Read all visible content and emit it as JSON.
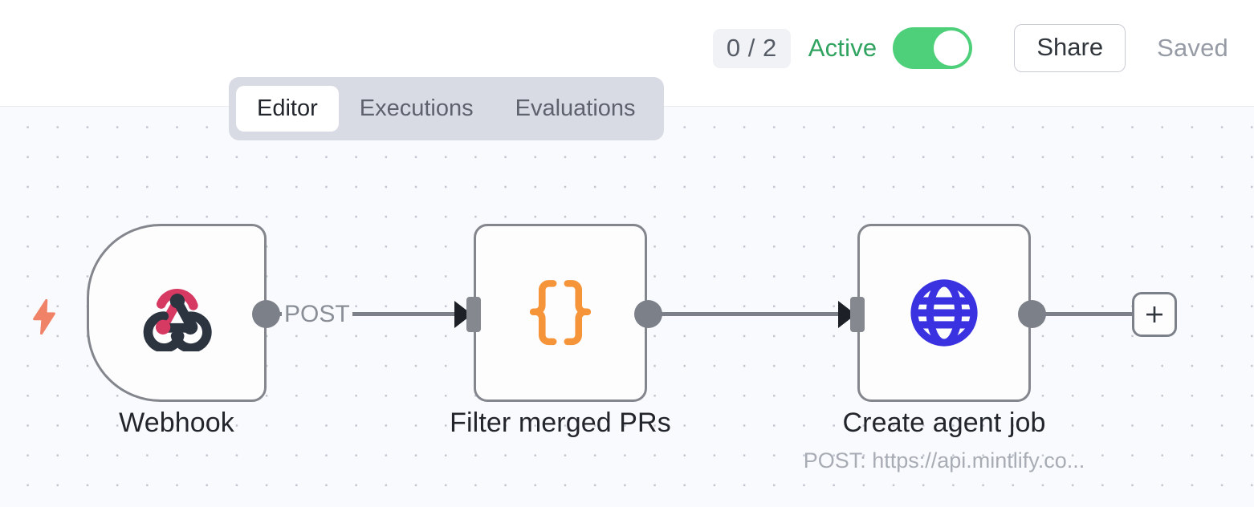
{
  "header": {
    "run_count_badge": "0 / 2",
    "active_label": "Active",
    "toggle_state": "on",
    "share_label": "Share",
    "saved_label": "Saved",
    "active_color": "#2fa35f",
    "toggle_color": "#4ed07b"
  },
  "tabs": [
    {
      "label": "Editor",
      "active": true
    },
    {
      "label": "Executions",
      "active": false
    },
    {
      "label": "Evaluations",
      "active": false
    }
  ],
  "canvas": {
    "background": "#f9fafd",
    "dot_color": "#c2c6d0",
    "trigger_icon": "lightning-bolt-icon",
    "trigger_icon_color": "#f08268",
    "add_button_label": "+",
    "edges": [
      {
        "label": "POST",
        "from": "webhook",
        "to": "filter-merged-prs"
      },
      {
        "label": "",
        "from": "filter-merged-prs",
        "to": "create-agent-job"
      }
    ],
    "nodes": [
      {
        "id": "webhook",
        "label": "Webhook",
        "sublabel": "",
        "icon": "webhook-icon",
        "icon_colors": [
          "#d63a62",
          "#2c3440"
        ],
        "shape": "trigger"
      },
      {
        "id": "filter-merged-prs",
        "label": "Filter merged PRs",
        "sublabel": "",
        "icon": "curly-braces-icon",
        "icon_colors": [
          "#f59438"
        ],
        "shape": "standard"
      },
      {
        "id": "create-agent-job",
        "label": "Create agent job",
        "sublabel": "POST: https://api.mintlify.co...",
        "icon": "globe-icon",
        "icon_colors": [
          "#3a32e0"
        ],
        "shape": "standard"
      }
    ]
  }
}
